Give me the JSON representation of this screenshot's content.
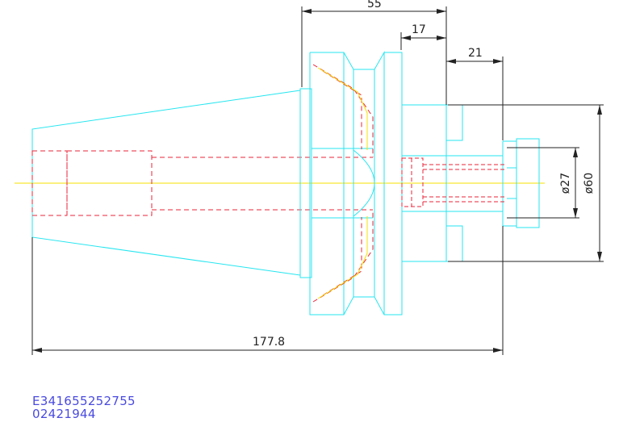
{
  "dimensions": {
    "total_length": "177.8",
    "flange_to_face": "55",
    "flange_thickness": "17",
    "nose_length": "21",
    "dia_27": "ø27",
    "dia_60": "ø60"
  },
  "part_codes": {
    "line1": "E341655252755",
    "line2": "02421944"
  },
  "colors": {
    "outline": "#26e6f0",
    "hidden": "#e8263a",
    "centerline": "#f4e200",
    "dimension": "#222222",
    "code_text": "#4a4ae0"
  }
}
